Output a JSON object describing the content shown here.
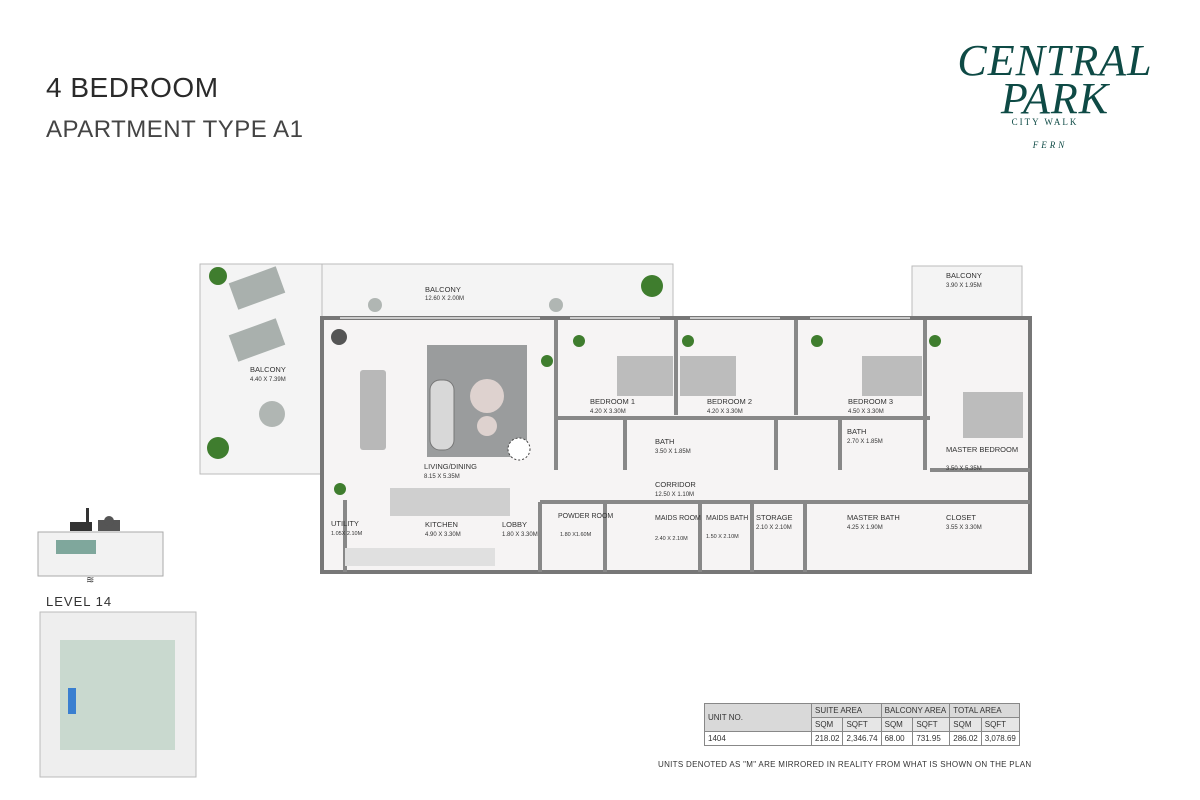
{
  "header": {
    "title": "4 BEDROOM",
    "subtitle": "APARTMENT TYPE A1"
  },
  "logo": {
    "line1": "CENTRAL",
    "line2": "PARK",
    "line3": "CITY WALK",
    "line4": "FERN",
    "color": "#0e4a45"
  },
  "rooms": [
    {
      "name": "BALCONY",
      "size": "12.60 X 2.00M"
    },
    {
      "name": "BALCONY",
      "size": "3.90 X 1.95M"
    },
    {
      "name": "BALCONY",
      "size": "4.40 X 7.39M"
    },
    {
      "name": "BEDROOM 1",
      "size": "4.20 X 3.30M"
    },
    {
      "name": "BEDROOM 2",
      "size": "4.20 X 3.30M"
    },
    {
      "name": "BEDROOM 3",
      "size": "4.50 X 3.30M"
    },
    {
      "name": "BATH",
      "size": "3.50 X 1.85M"
    },
    {
      "name": "BATH",
      "size": "2.70 X 1.85M"
    },
    {
      "name": "MASTER BEDROOM",
      "size": "3.50 X 5.35M"
    },
    {
      "name": "LIVING/DINING",
      "size": "8.15 X 5.35M"
    },
    {
      "name": "CORRIDOR",
      "size": "12.50 X 1.10M"
    },
    {
      "name": "UTILITY",
      "size": "1.05X 2.10M"
    },
    {
      "name": "KITCHEN",
      "size": "4.90 X 3.30M"
    },
    {
      "name": "LOBBY",
      "size": "1.80 X 3.30M"
    },
    {
      "name": "POWDER ROOM",
      "size": "1.80 X1.60M"
    },
    {
      "name": "MAIDS ROOM",
      "size": "2.40 X 2.10M"
    },
    {
      "name": "MAIDS BATH",
      "size": "1.50 X 2.10M"
    },
    {
      "name": "STORAGE",
      "size": "2.10 X 2.10M"
    },
    {
      "name": "MASTER BATH",
      "size": "4.25 X 1.90M"
    },
    {
      "name": "CLOSET",
      "size": "3.55 X 3.30M"
    }
  ],
  "key_plan": {
    "level_label": "LEVEL  14",
    "highlight_color": "#7fa79c"
  },
  "area_table": {
    "unit_header": "UNIT NO.",
    "groups": [
      "SUITE AREA",
      "BALCONY AREA",
      "TOTAL AREA"
    ],
    "units": [
      "SQM",
      "SQFT",
      "SQM",
      "SQFT",
      "SQM",
      "SQFT"
    ],
    "row": {
      "unit": "1404",
      "values": [
        "218.02",
        "2,346.74",
        "68.00",
        "731.95",
        "286.02",
        "3,078.69"
      ]
    }
  },
  "footnote": "UNITS DENOTED AS \"M\" ARE MIRRORED IN REALITY FROM WHAT IS SHOWN ON THE PLAN"
}
